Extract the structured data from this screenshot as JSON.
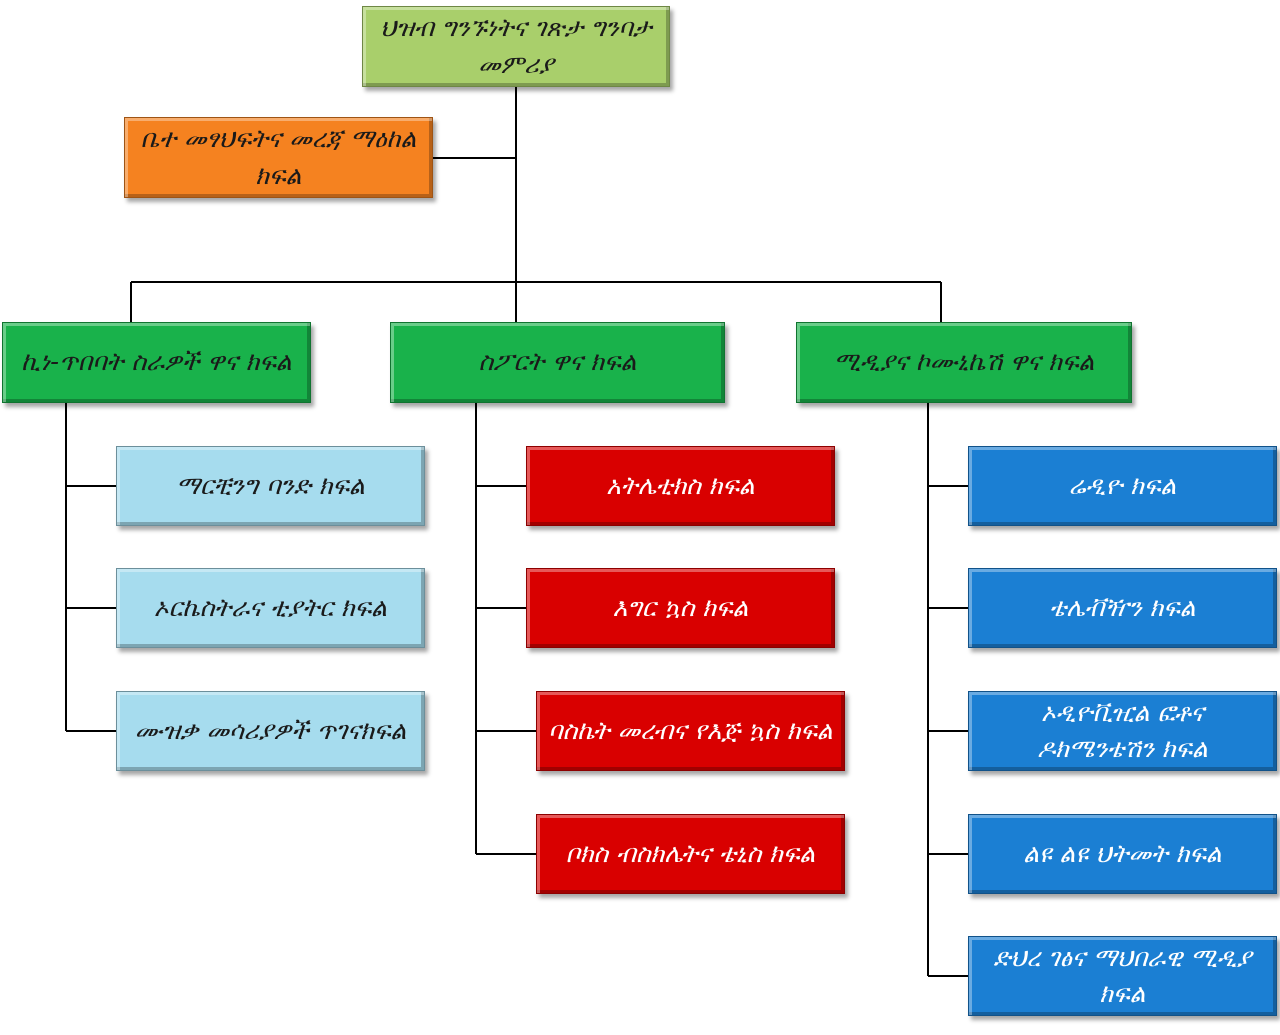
{
  "diagram": {
    "root": {
      "label": "ህዝብ ግንኙነትና ገጽታ ግንባታ መምሪያ",
      "color": "#a9cf6b"
    },
    "staff": {
      "label": "ቤተ መፃህፍትና መረጃ ማዕከል  ክፍል",
      "color": "#f58220"
    },
    "departments": [
      {
        "label": "ኪነ-ጥበባት ስራዎች ዋና ክፍል",
        "color": "#19b24b",
        "child_color": "#a6dcee",
        "children": [
          "ማርቺንግ ባንድ ክፍል",
          "ኦርኬስትራና ቲያትር ክፍል",
          "ሙዝቃ መሳሪያዎች ጥገናክፍል"
        ]
      },
      {
        "label": "ስፖርት ዋና ክፍል",
        "color": "#19b24b",
        "child_color": "#d90000",
        "children": [
          "አትሌቲክስ ክፍል",
          "እግር ኳስ ክፍል",
          "ባስኬት መረብና የእጅ ኳስ ክፍል",
          "ቦክስ ብስክሌትና ቴኒስ ክፍል"
        ]
      },
      {
        "label": "ሚዲያና ኮሙኒኬሽ ዋና ክፍል",
        "color": "#19b24b",
        "child_color": "#1b7fd3",
        "children": [
          "ሬዲዮ ክፍል",
          "ቴሌቭዥን  ክፍል",
          "ኦዲዮቪዢል ፎቶና ዶክሜንቴሽን ክፍል",
          "ልዩ ልዩ ህትመት ክፍል",
          "ድህረ ገፅና ማህበራዊ ሚዲያ ክፍል"
        ]
      }
    ]
  }
}
